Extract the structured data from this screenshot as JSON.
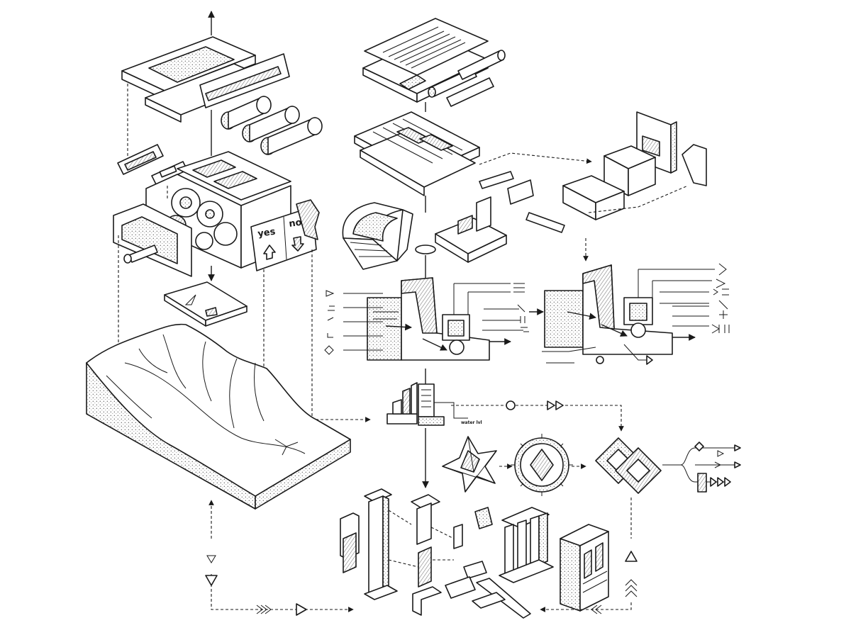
{
  "ballot": {
    "yes_label": "yes",
    "no_label": "no"
  },
  "gauge": {
    "label": "water lvl"
  },
  "colors": {
    "ink": "#1a1a1a",
    "paper": "#ffffff",
    "tone": "#cfcfcf"
  }
}
